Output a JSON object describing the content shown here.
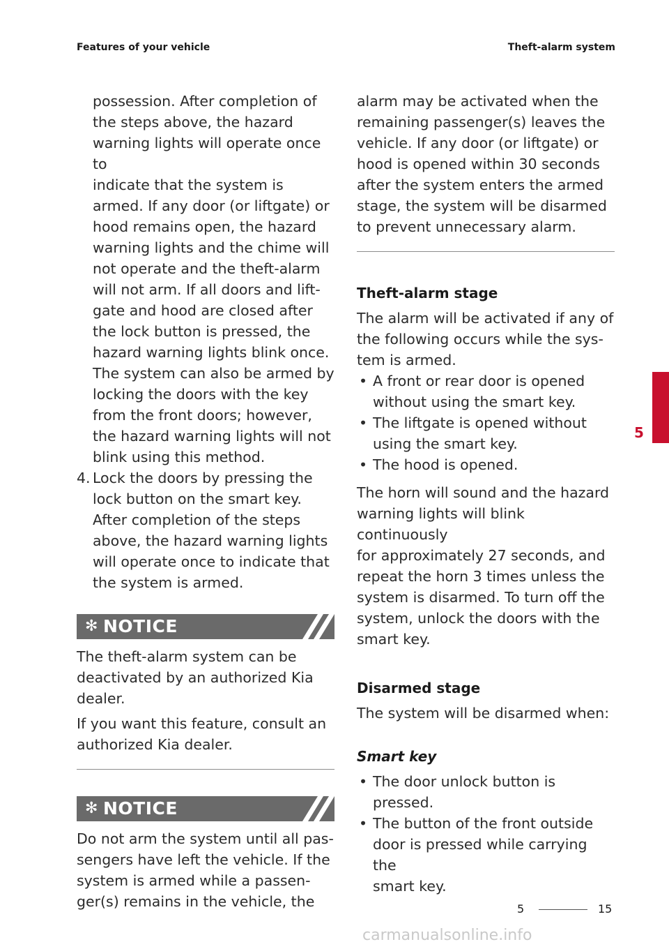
{
  "header": {
    "left": "Features of your vehicle",
    "right": "Theft-alarm system"
  },
  "left_column": {
    "intro_lines": [
      "possession. After completion of",
      "the steps above, the hazard",
      "warning lights will operate once to",
      "indicate that the system is",
      "armed. If any door (or liftgate) or",
      "hood remains open, the hazard",
      "warning lights and the chime will",
      "not operate and the theft-alarm",
      "will not arm. If all doors and lift-",
      "gate and hood are closed after",
      "the lock button is pressed, the",
      "hazard warning lights blink once.",
      "The system can also be armed by",
      "locking the doors with the key",
      "from the front doors; however,",
      "the hazard warning lights will not",
      "blink using this method."
    ],
    "step4_number": "4.",
    "step4_lines": [
      "Lock the doors by pressing the",
      "lock button on the smart key.",
      "After completion of the steps",
      "above, the hazard warning lights",
      "will operate once to indicate that",
      "the system is armed."
    ],
    "notice1": {
      "title": "NOTICE",
      "paragraphs": [
        [
          "The theft-alarm system can be",
          "deactivated by an authorized Kia",
          "dealer."
        ],
        [
          "If you want this feature, consult an",
          "authorized Kia dealer."
        ]
      ]
    },
    "notice2": {
      "title": "NOTICE",
      "lines": [
        "Do not arm the system until all pas-",
        "sengers have left the vehicle. If the",
        "system is armed while a passen-",
        "ger(s) remains in the vehicle, the"
      ]
    }
  },
  "right_column": {
    "continued_lines": [
      "alarm may be activated when the",
      "remaining passenger(s) leaves the",
      "vehicle. If any door (or liftgate) or",
      "hood is opened within 30 seconds",
      "after the system enters the armed",
      "stage, the system will be disarmed",
      "to prevent unnecessary alarm."
    ],
    "theft_alarm_stage": {
      "heading": "Theft-alarm stage",
      "intro_lines": [
        "The alarm will be activated if any of",
        "the following occurs while the sys-",
        "tem is armed."
      ],
      "bullets": [
        [
          "A front or rear door is opened",
          "without using the smart key."
        ],
        [
          "The liftgate is opened without",
          "using the smart key."
        ],
        [
          "The hood is opened."
        ]
      ],
      "outro_lines": [
        "The horn will sound and the hazard",
        "warning lights will blink continuously",
        "for approximately 27 seconds, and",
        "repeat the horn 3 times unless the",
        "system is disarmed. To turn off the",
        "system, unlock the doors with the",
        "smart key."
      ]
    },
    "disarmed_stage": {
      "heading": "Disarmed stage",
      "intro": "The system will be disarmed when:",
      "subheading": "Smart key",
      "bullets": [
        [
          "The door unlock button is",
          "pressed."
        ],
        [
          "The button of the front outside",
          "door is pressed while carrying the",
          "smart key."
        ]
      ]
    }
  },
  "side_tab": {
    "number": "5",
    "color": "#c8102e"
  },
  "footer": {
    "chapter": "5",
    "page": "15"
  },
  "watermark": "carmanualsonline.info"
}
